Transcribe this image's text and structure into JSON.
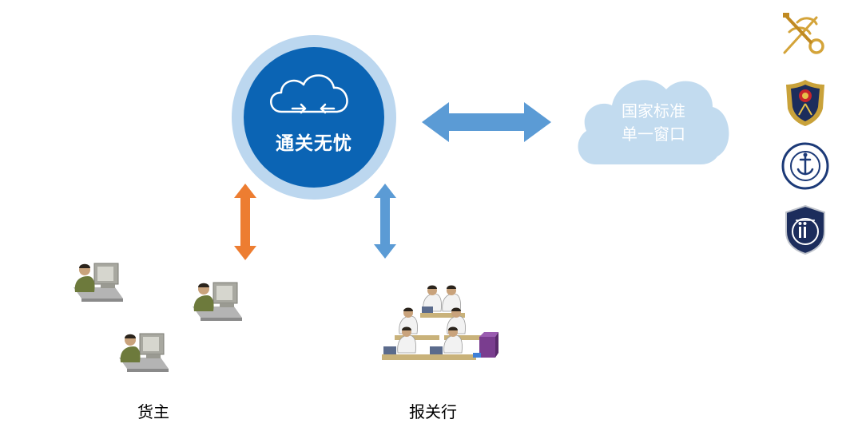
{
  "hub": {
    "label": "通关无忧"
  },
  "single_window": {
    "label_line1": "国家标准",
    "label_line2": "单一窗口"
  },
  "groups": {
    "cargo_owner": "货主",
    "customs_broker": "报关行"
  },
  "colors": {
    "hub_ring": "#bcd7ef",
    "hub_core": "#0b64b4",
    "arrow_blue": "#5b9bd5",
    "arrow_orange": "#ed7d31",
    "cloud_light": "#c2dbef"
  },
  "icons": {
    "customs": "customs-emblem-icon",
    "ciq": "ciq-emblem-icon",
    "msa": "china-msa-emblem-icon",
    "border": "border-inspection-emblem-icon"
  }
}
